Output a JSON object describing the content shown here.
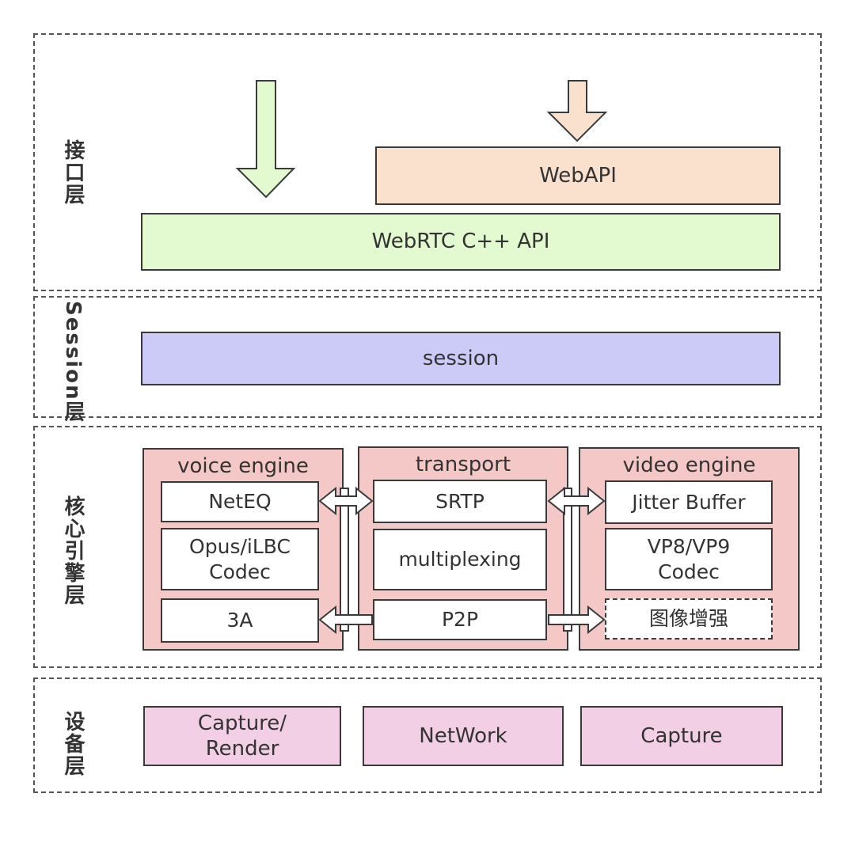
{
  "layers": {
    "interface": {
      "label": "接口层",
      "webapi": "WebAPI",
      "cpp_api": "WebRTC C++ API"
    },
    "session": {
      "label": "Session层",
      "box": "session"
    },
    "core": {
      "label": "核心引擎层",
      "voice": {
        "title": "voice engine",
        "items": [
          "NetEQ",
          "Opus/iLBC\nCodec",
          "3A"
        ]
      },
      "transport": {
        "title": "transport",
        "items": [
          "SRTP",
          "multiplexing",
          "P2P"
        ]
      },
      "video": {
        "title": "video engine",
        "items": [
          "Jitter Buffer",
          "VP8/VP9\nCodec",
          "图像增强"
        ]
      }
    },
    "device": {
      "label": "设备层",
      "items": [
        "Capture/\nRender",
        "NetWork",
        "Capture"
      ]
    }
  },
  "colors": {
    "webapi": "#fae1cd",
    "cpp_api": "#e3f9cf",
    "session": "#cccbf7",
    "engine_module": "#f4c8c6",
    "device": "#f2cfe5"
  }
}
